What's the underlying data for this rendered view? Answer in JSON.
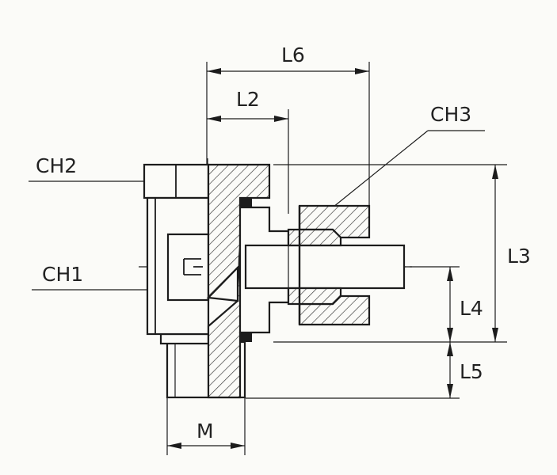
{
  "drawing": {
    "labels": {
      "l6": "L6",
      "l2": "L2",
      "ch3": "CH3",
      "ch2": "CH2",
      "ch1": "CH1",
      "l3": "L3",
      "l4": "L4",
      "l5": "L5",
      "m": "M"
    },
    "colors": {
      "line": "#1c1c1c",
      "background": "#fbfbf8"
    }
  }
}
